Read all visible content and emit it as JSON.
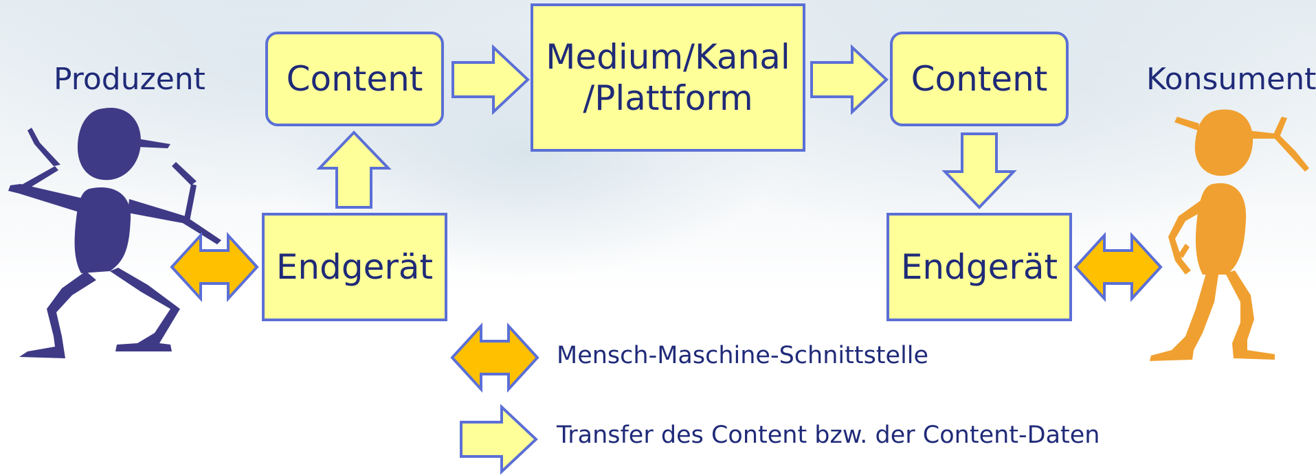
{
  "producer": {
    "label": "Produzent",
    "figure_color": "#3f3a86"
  },
  "consumer": {
    "label": "Konsument",
    "figure_color": "#f0a030"
  },
  "boxes": {
    "content_left": "Content",
    "endgeraet_left": "Endgerät",
    "medium": "Medium/Kanal /Plattform",
    "content_right": "Content",
    "endgeraet_right": "Endgerät"
  },
  "legend": {
    "hmi_label": "Mensch-Maschine-Schnittstelle",
    "transfer_label": "Transfer des Content bzw. der Content-Daten"
  },
  "colors": {
    "box_fill": "#ffff99",
    "box_border": "#5b6fd6",
    "text": "#1f2a78",
    "hmi_arrow": "#ffc000"
  }
}
